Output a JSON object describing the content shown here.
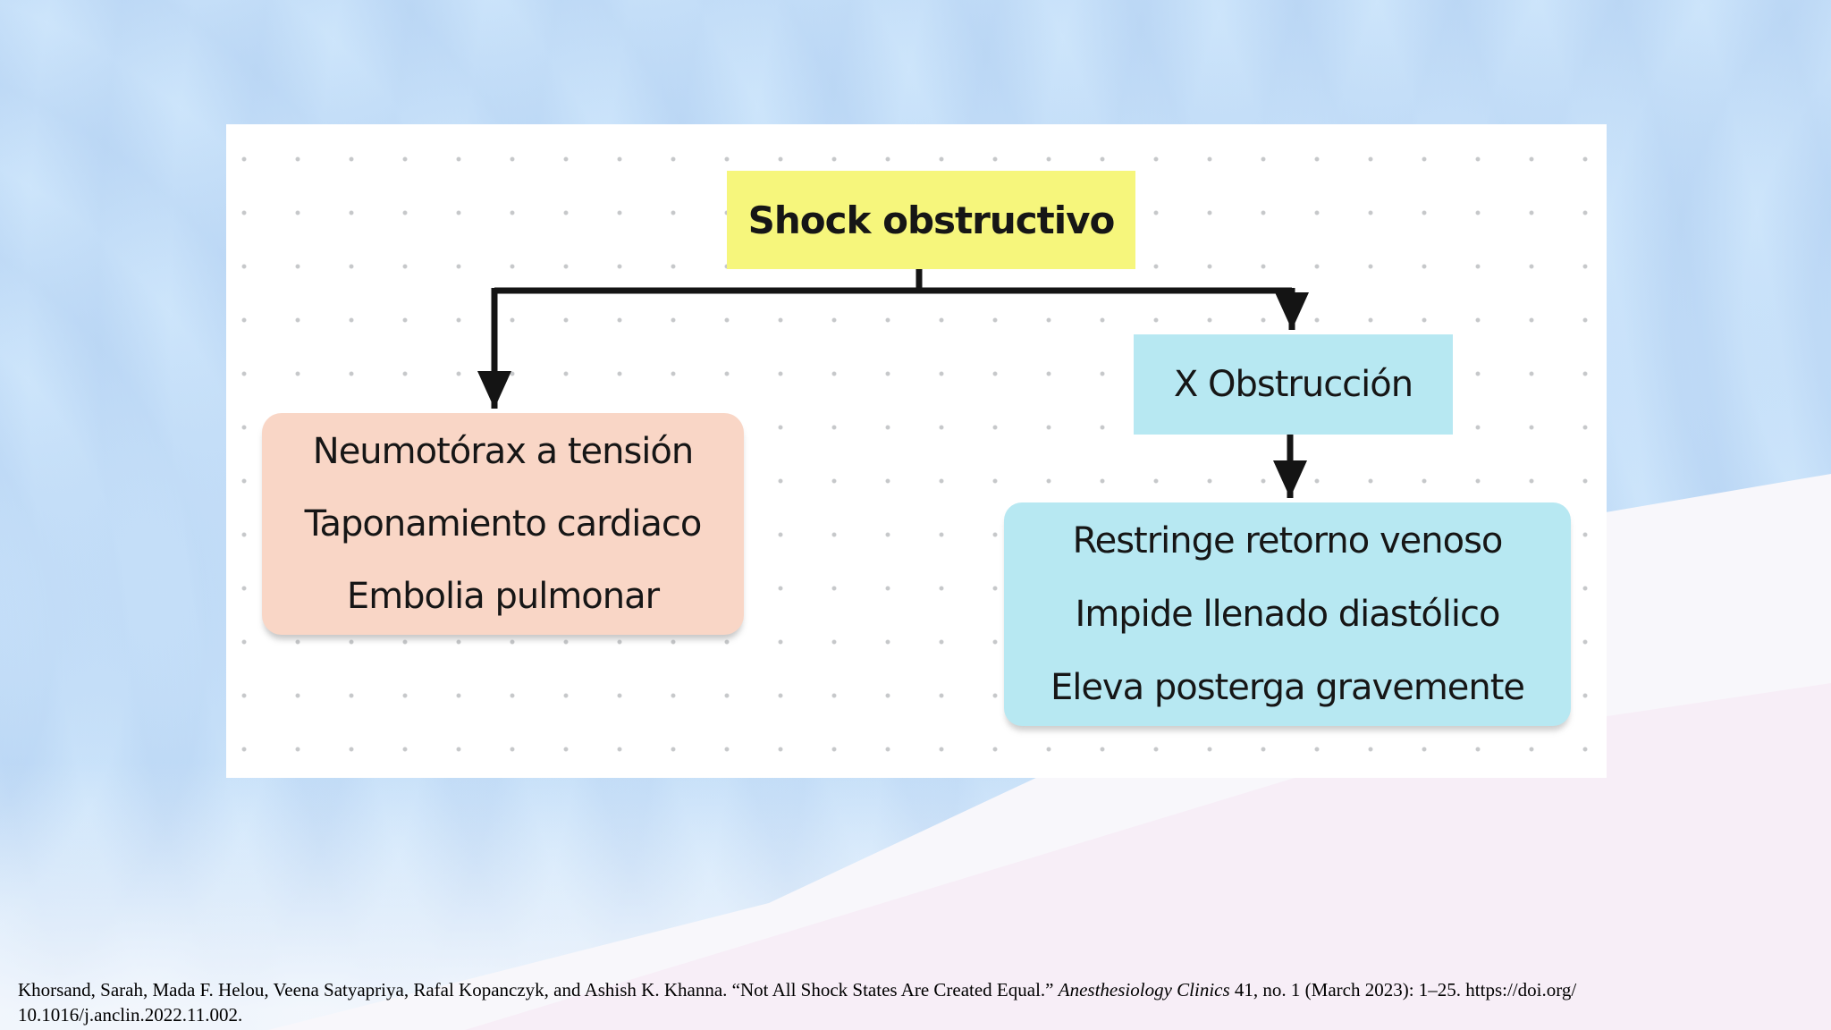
{
  "diagram": {
    "title": "Shock obstructivo",
    "causes": {
      "lines": [
        "Neumotórax a tensión",
        "Taponamiento cardiaco",
        "Embolia pulmonar"
      ]
    },
    "obstruction": "X Obstrucción",
    "effects": {
      "lines": [
        "Restringe retorno venoso",
        "Impide llenado diastólico",
        "Eleva posterga gravemente"
      ]
    }
  },
  "citation": {
    "line1_pre": "Khorsand, Sarah, Mada F. Helou, Veena Satyapriya, Rafal Kopanczyk, and Ashish K. Khanna. “Not All Shock States Are Created Equal.” ",
    "line1_italic": "Anesthesiology Clinics",
    "line1_post": " 41, no. 1 (March 2023): 1–25. https://doi.org/",
    "line2": "10.1016/j.anclin.2022.11.002."
  },
  "colors": {
    "title_box_bg": "#F6F67C",
    "causes_box_bg": "#F9D6C6",
    "obstruction_box_bg": "#B7E8F2",
    "effects_box_bg": "#B7E8F2",
    "arrow": "#141414",
    "canvas_bg": "#FFFFFF",
    "canvas_dot": "#C6C8CA",
    "background_blue": "#CDE5FB",
    "background_pink": "#F7EEF7"
  }
}
